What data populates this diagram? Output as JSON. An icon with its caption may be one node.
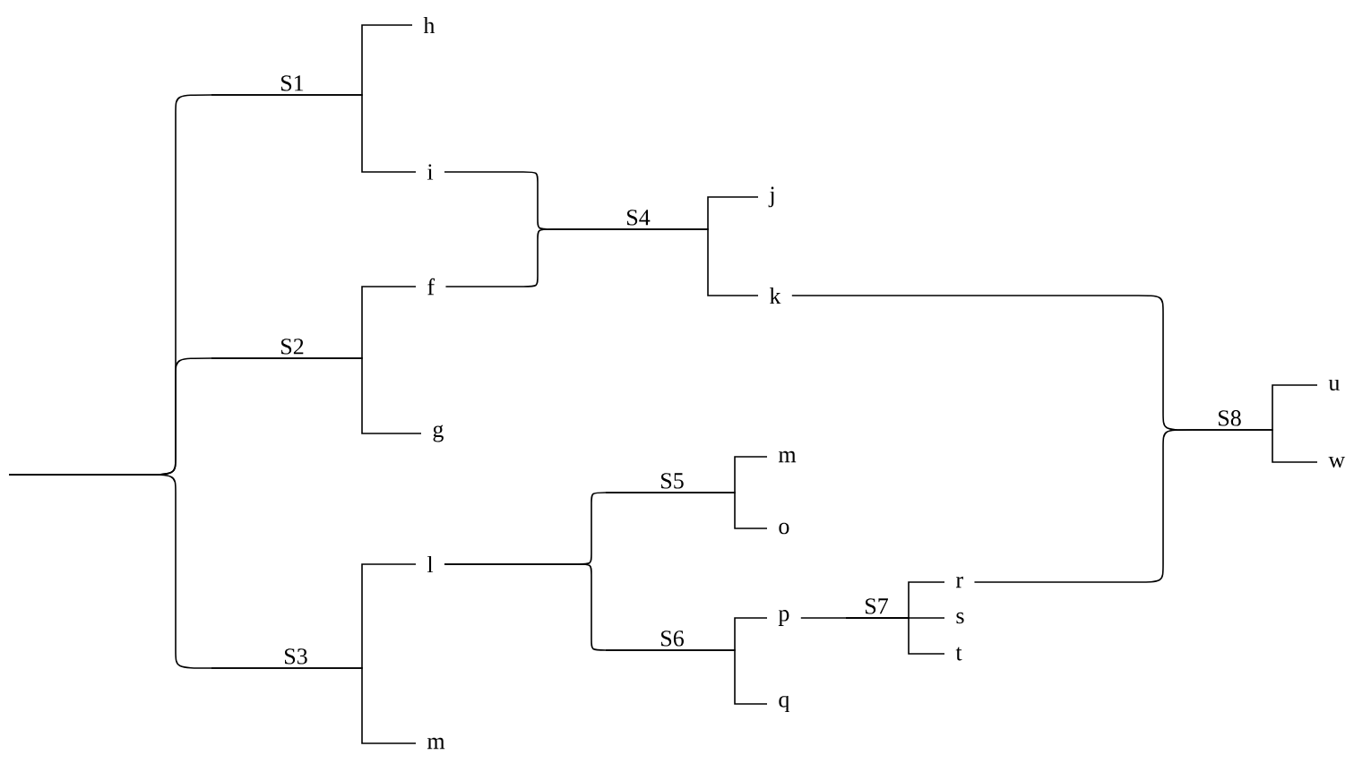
{
  "diagram": {
    "nodes": [
      {
        "text": [
          "S1"
        ]
      },
      {
        "text": [
          "h"
        ]
      },
      {
        "text": [
          "i"
        ]
      },
      {
        "text": [
          "f"
        ]
      },
      {
        "text": [
          "S2"
        ]
      },
      {
        "text": [
          "g"
        ]
      },
      {
        "text": [
          "S4"
        ]
      },
      {
        "text": [
          "j"
        ]
      },
      {
        "text": [
          "k"
        ]
      },
      {
        "text": [
          "S3"
        ]
      },
      {
        "text": [
          "l"
        ]
      },
      {
        "text": [
          "m"
        ]
      },
      {
        "text": [
          "S5"
        ]
      },
      {
        "text": [
          "m"
        ]
      },
      {
        "text": [
          "o"
        ]
      },
      {
        "text": [
          "S6"
        ]
      },
      {
        "text": [
          "p"
        ]
      },
      {
        "text": [
          "q"
        ]
      },
      {
        "text": [
          "S7"
        ]
      },
      {
        "text": [
          "r"
        ]
      },
      {
        "text": [
          "s"
        ]
      },
      {
        "text": [
          "t"
        ]
      },
      {
        "text": [
          "S8"
        ]
      },
      {
        "text": [
          "u"
        ]
      },
      {
        "text": [
          "w"
        ]
      }
    ],
    "edges": [
      {
        "from": null,
        "to": 0,
        "arrow": "none"
      },
      {
        "from": null,
        "to": 4,
        "arrow": "none"
      },
      {
        "from": null,
        "to": 9,
        "arrow": "none"
      },
      {
        "from": 0,
        "to": 1,
        "arrow": "none"
      },
      {
        "from": 0,
        "to": 2,
        "arrow": "none"
      },
      {
        "from": 4,
        "to": 3,
        "arrow": "none"
      },
      {
        "from": 4,
        "to": 5,
        "arrow": "none"
      },
      {
        "from": 9,
        "to": 10,
        "arrow": "none"
      },
      {
        "from": 9,
        "to": 11,
        "arrow": "none"
      },
      {
        "from": 2,
        "to": 6,
        "arrow": "none"
      },
      {
        "from": 3,
        "to": 6,
        "arrow": "none"
      },
      {
        "from": 6,
        "to": 7,
        "arrow": "none"
      },
      {
        "from": 6,
        "to": 8,
        "arrow": "none"
      },
      {
        "from": 10,
        "to": 12,
        "arrow": "none"
      },
      {
        "from": 10,
        "to": 15,
        "arrow": "none"
      },
      {
        "from": 12,
        "to": 13,
        "arrow": "none"
      },
      {
        "from": 12,
        "to": 14,
        "arrow": "none"
      },
      {
        "from": 15,
        "to": 16,
        "arrow": "none"
      },
      {
        "from": 15,
        "to": 17,
        "arrow": "none"
      },
      {
        "from": 16,
        "to": 18,
        "arrow": "none"
      },
      {
        "from": 18,
        "to": 19,
        "arrow": "none"
      },
      {
        "from": 18,
        "to": 20,
        "arrow": "none"
      },
      {
        "from": 18,
        "to": 21,
        "arrow": "none"
      },
      {
        "from": 8,
        "to": 22,
        "arrow": "none"
      },
      {
        "from": 19,
        "to": 22,
        "arrow": "none"
      },
      {
        "from": 22,
        "to": 23,
        "arrow": "none"
      },
      {
        "from": 22,
        "to": 24,
        "arrow": "none"
      }
    ]
  }
}
